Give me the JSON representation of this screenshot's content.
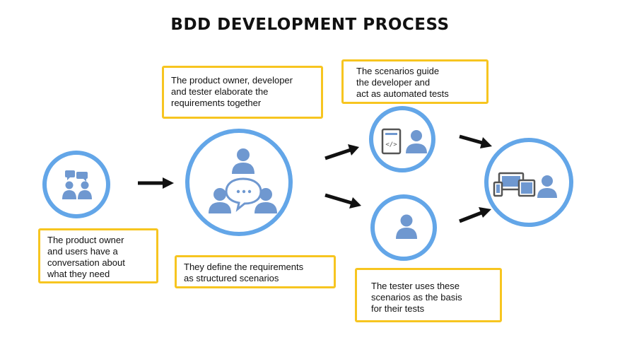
{
  "title": "BDD DEVELOPMENT PROCESS",
  "colors": {
    "circle": "#63a6e8",
    "figure": "#6f98d0",
    "box_border": "#f7c520",
    "arrow": "#111111"
  },
  "steps": [
    {
      "icon": "conversation-icon",
      "lines": [
        "The product owner",
        "and users have a",
        "conversation  about",
        "what they need"
      ]
    },
    {
      "icon": "collaboration-icon",
      "lines": [
        "The product owner, developer",
        "and tester elaborate the",
        "requirements together"
      ]
    },
    {
      "icon": "scenarios-icon",
      "lines": [
        "They define the requirements",
        "as structured scenarios"
      ]
    },
    {
      "icon": "developer-code-icon",
      "lines": [
        "The scenarios guide",
        "the developer and",
        "act as automated tests"
      ]
    },
    {
      "icon": "tester-icon",
      "lines": [
        "The tester uses these",
        "scenarios as the basis",
        "for their tests"
      ]
    },
    {
      "icon": "devices-user-icon"
    }
  ]
}
